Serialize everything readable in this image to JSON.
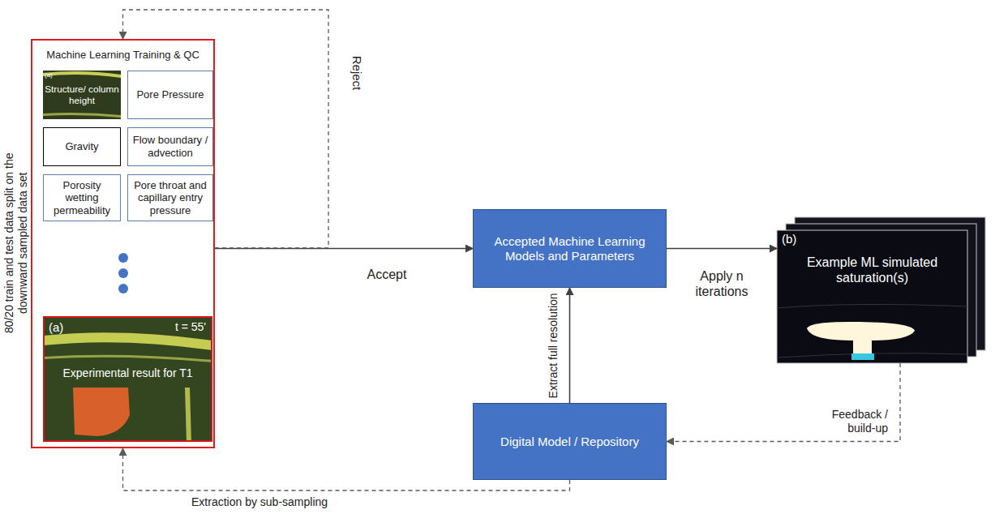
{
  "diagram": {
    "nodes": [
      {
        "text": [
          "Machine Learning Training & QC"
        ]
      },
      {
        "text": [
          "(a)",
          "Structure/ column height"
        ],
        "in": 0
      },
      {
        "text": [
          "Pore Pressure"
        ],
        "in": 0
      },
      {
        "text": [
          "Gravity"
        ],
        "in": 0
      },
      {
        "text": [
          "Flow boundary / advection"
        ],
        "in": 0
      },
      {
        "text": [
          "Porosity wetting permeability"
        ],
        "in": 0
      },
      {
        "text": [
          "Pore throat and capillary entry pressure"
        ],
        "in": 0
      },
      {
        "text": [
          "(a)",
          "t = 55'",
          "Experimental result for T1"
        ],
        "in": 0
      },
      {
        "text": [
          "Accepted Machine Learning Models and Parameters"
        ]
      },
      {
        "text": [
          "(b)",
          "Example ML simulated saturation(s)"
        ]
      },
      {
        "text": [
          "Digital Model / Repository"
        ]
      }
    ],
    "edges": [
      {
        "from": 0,
        "to": 0,
        "label": "Reject",
        "arrow": "to"
      },
      {
        "from": 0,
        "to": 8,
        "label": "Accept",
        "arrow": "to"
      },
      {
        "from": 8,
        "to": 9,
        "label": "Apply n iterations",
        "arrow": "to"
      },
      {
        "from": 9,
        "to": 10,
        "label": "Feedback / build-up",
        "arrow": "to"
      },
      {
        "from": 10,
        "to": 8,
        "label": "Extract full resolution",
        "arrow": "to"
      },
      {
        "from": 10,
        "to": 0,
        "label": "Extraction by sub-sampling",
        "arrow": "to"
      }
    ],
    "labels": [
      "80/20 train and test data split on the downward sampled data set"
    ]
  }
}
